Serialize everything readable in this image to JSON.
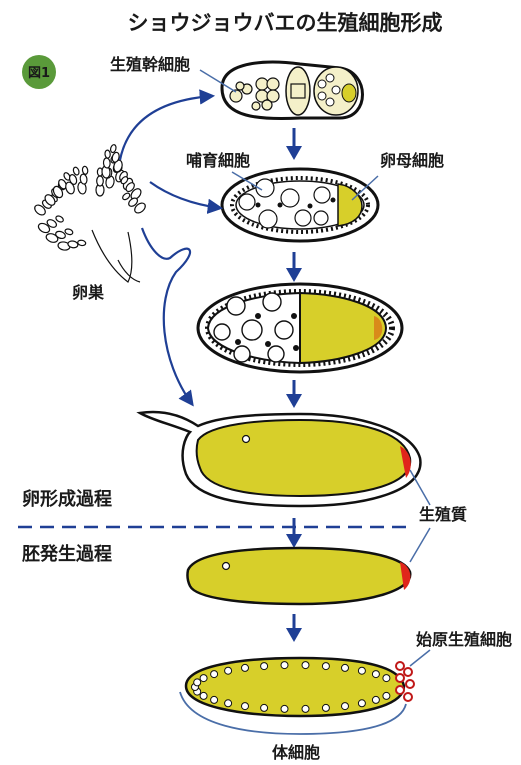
{
  "title": "ショウジョウバエの生殖細胞形成",
  "figure_badge": "図1",
  "labels": {
    "germline_stem_cell": "生殖幹細胞",
    "nurse_cell": "哺育細胞",
    "oocyte": "卵母細胞",
    "ovary": "卵巣",
    "oogenesis": "卵形成過程",
    "embryogenesis": "胚発生過程",
    "germ_plasm": "生殖質",
    "primordial_germ_cell": "始原生殖細胞",
    "somatic_cell": "体細胞"
  },
  "colors": {
    "title_green": "#4a9a2c",
    "badge_green": "#5a9a3a",
    "yolk": "#d7cf2a",
    "germ_plasm_red": "#e0251b",
    "arrow_blue": "#1f3f95",
    "orange": "#d98a1a"
  }
}
